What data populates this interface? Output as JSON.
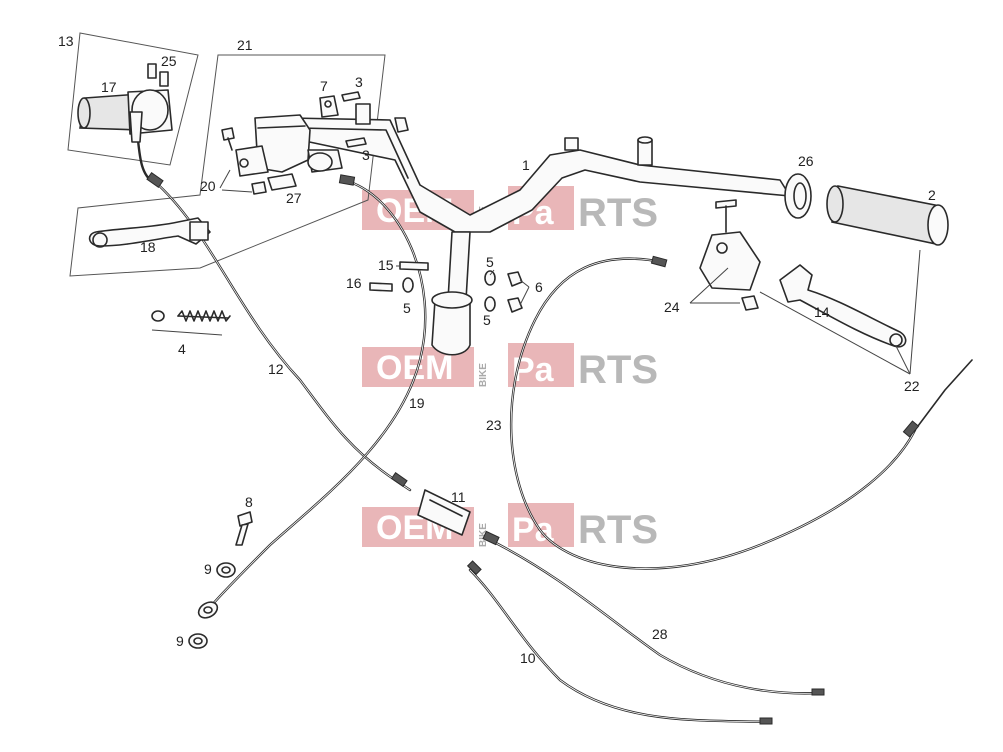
{
  "watermark": {
    "brand_left": "OEM",
    "brand_vertical": "BIKE",
    "brand_right_accent": "Pa",
    "brand_right": "RTS"
  },
  "callouts": {
    "c1": "1",
    "c2": "2",
    "c3a": "3",
    "c3b": "3",
    "c4": "4",
    "c5a": "5",
    "c5b": "5",
    "c5c": "5",
    "c6": "6",
    "c7": "7",
    "c8": "8",
    "c9a": "9",
    "c9b": "9",
    "c10": "10",
    "c11": "11",
    "c12": "12",
    "c13": "13",
    "c14": "14",
    "c15": "15",
    "c16": "16",
    "c17": "17",
    "c18": "18",
    "c19": "19",
    "c20": "20",
    "c21": "21",
    "c22": "22",
    "c23": "23",
    "c24": "24",
    "c25": "25",
    "c26": "26",
    "c27": "27",
    "c28": "28"
  }
}
